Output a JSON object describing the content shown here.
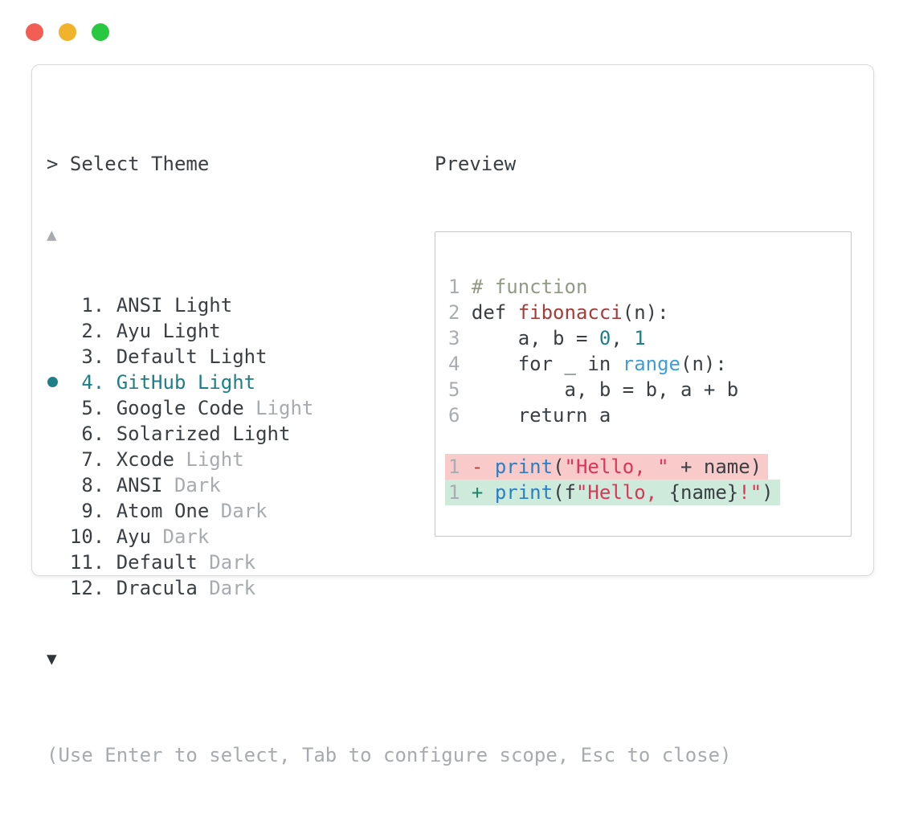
{
  "window_controls": {
    "buttons": [
      "close",
      "minimize",
      "zoom"
    ]
  },
  "theme_picker": {
    "prompt": "> Select Theme",
    "scroll_up_indicator": "▲",
    "scroll_down_indicator": "▼",
    "items": [
      {
        "number": "1",
        "name": "ANSI",
        "variant": "Light",
        "variant_muted": false,
        "selected": false
      },
      {
        "number": "2",
        "name": "Ayu",
        "variant": "Light",
        "variant_muted": false,
        "selected": false
      },
      {
        "number": "3",
        "name": "Default",
        "variant": "Light",
        "variant_muted": false,
        "selected": false
      },
      {
        "number": "4",
        "name": "GitHub",
        "variant": "Light",
        "variant_muted": false,
        "selected": true
      },
      {
        "number": "5",
        "name": "Google Code",
        "variant": "Light",
        "variant_muted": true,
        "selected": false
      },
      {
        "number": "6",
        "name": "Solarized",
        "variant": "Light",
        "variant_muted": false,
        "selected": false
      },
      {
        "number": "7",
        "name": "Xcode",
        "variant": "Light",
        "variant_muted": true,
        "selected": false
      },
      {
        "number": "8",
        "name": "ANSI",
        "variant": "Dark",
        "variant_muted": true,
        "selected": false
      },
      {
        "number": "9",
        "name": "Atom One",
        "variant": "Dark",
        "variant_muted": true,
        "selected": false
      },
      {
        "number": "10",
        "name": "Ayu",
        "variant": "Dark",
        "variant_muted": true,
        "selected": false
      },
      {
        "number": "11",
        "name": "Default",
        "variant": "Dark",
        "variant_muted": true,
        "selected": false
      },
      {
        "number": "12",
        "name": "Dracula",
        "variant": "Dark",
        "variant_muted": true,
        "selected": false
      }
    ],
    "footer_hint": "(Use Enter to select, Tab to configure scope, Esc to close)"
  },
  "preview": {
    "label": "Preview",
    "lines": [
      {
        "tokens": []
      },
      {
        "tokens": [
          {
            "t": "1 ",
            "c": "lnum"
          },
          {
            "t": "# function",
            "c": "comment"
          }
        ]
      },
      {
        "tokens": [
          {
            "t": "2 ",
            "c": "lnum"
          },
          {
            "t": "def ",
            "c": "fg"
          },
          {
            "t": "fibonacci",
            "c": "func"
          },
          {
            "t": "(n):",
            "c": "fg"
          }
        ]
      },
      {
        "tokens": [
          {
            "t": "3 ",
            "c": "lnum"
          },
          {
            "t": "    a, b = ",
            "c": "fg"
          },
          {
            "t": "0",
            "c": "num"
          },
          {
            "t": ", ",
            "c": "fg"
          },
          {
            "t": "1",
            "c": "num"
          }
        ]
      },
      {
        "tokens": [
          {
            "t": "4 ",
            "c": "lnum"
          },
          {
            "t": "    for _ in ",
            "c": "fg"
          },
          {
            "t": "range",
            "c": "builtin"
          },
          {
            "t": "(n):",
            "c": "fg"
          }
        ]
      },
      {
        "tokens": [
          {
            "t": "5 ",
            "c": "lnum"
          },
          {
            "t": "        a, b = b, a + b",
            "c": "fg"
          }
        ]
      },
      {
        "tokens": [
          {
            "t": "6 ",
            "c": "lnum"
          },
          {
            "t": "    return a",
            "c": "fg"
          }
        ]
      },
      {
        "tokens": []
      },
      {
        "bg": "removed",
        "tokens": [
          {
            "t": "1 ",
            "c": "lnum"
          },
          {
            "t": "- ",
            "c": "minus"
          },
          {
            "t": "print",
            "c": "print"
          },
          {
            "t": "(",
            "c": "fg"
          },
          {
            "t": "\"Hello, \"",
            "c": "str"
          },
          {
            "t": " + name)",
            "c": "fg"
          }
        ]
      },
      {
        "bg": "added",
        "tokens": [
          {
            "t": "1 ",
            "c": "lnum"
          },
          {
            "t": "+ ",
            "c": "plus"
          },
          {
            "t": "print",
            "c": "print"
          },
          {
            "t": "(f",
            "c": "fg"
          },
          {
            "t": "\"Hello, ",
            "c": "str"
          },
          {
            "t": "{name}",
            "c": "fg"
          },
          {
            "t": "!\"",
            "c": "str"
          },
          {
            "t": ")",
            "c": "fg"
          }
        ]
      }
    ]
  },
  "colors": {
    "fg": "#3a3f44",
    "muted": "#a7abaf",
    "teal": "#1f7f87",
    "line_number": "#a9adb1",
    "comment": "#919a85",
    "func_red": "#a63c38",
    "builtin_blue": "#3d9ed9",
    "print_blue": "#2a7fc4",
    "string_red": "#dd3457",
    "minus_red": "#b04a42",
    "plus_green": "#1d8467",
    "diff_removed_bg": "#f8caca",
    "diff_added_bg": "#cdeada",
    "tl_red": "#f25e53",
    "tl_yellow": "#f2b32c",
    "tl_green": "#28c840"
  }
}
